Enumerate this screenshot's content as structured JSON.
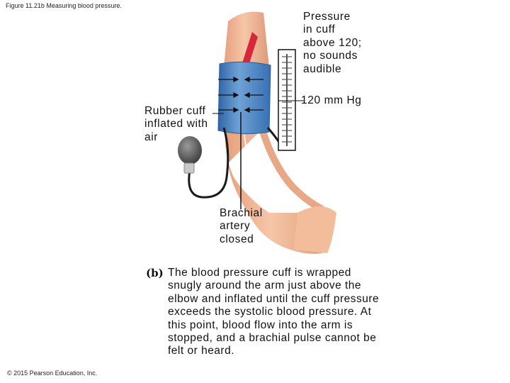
{
  "figure_title": "Figure 11.21b Measuring blood pressure.",
  "labels": {
    "pressure_note": "Pressure\nin cuff\nabove 120;\nno sounds\naudible",
    "mmhg": "120 mm Hg",
    "cuff": "Rubber cuff\ninflated with\nair",
    "artery": "Brachial\nartery\nclosed"
  },
  "caption": {
    "letter": "(b)",
    "text": "The blood pressure cuff is wrapped snugly around the arm just above the elbow and inflated until the cuff pressure exceeds the systolic blood pressure. At this point, blood flow into the arm is stopped, and a brachial pulse cannot be felt or heard."
  },
  "copyright": "© 2015 Pearson Education, Inc.",
  "colors": {
    "skin": "#f0b898",
    "skin_shadow": "#d98e6c",
    "cuff": "#3f78b8",
    "cuff_light": "#6fa2d6",
    "artery_red": "#d9263a",
    "bulb": "#555555",
    "tube": "#1a1a1a"
  }
}
